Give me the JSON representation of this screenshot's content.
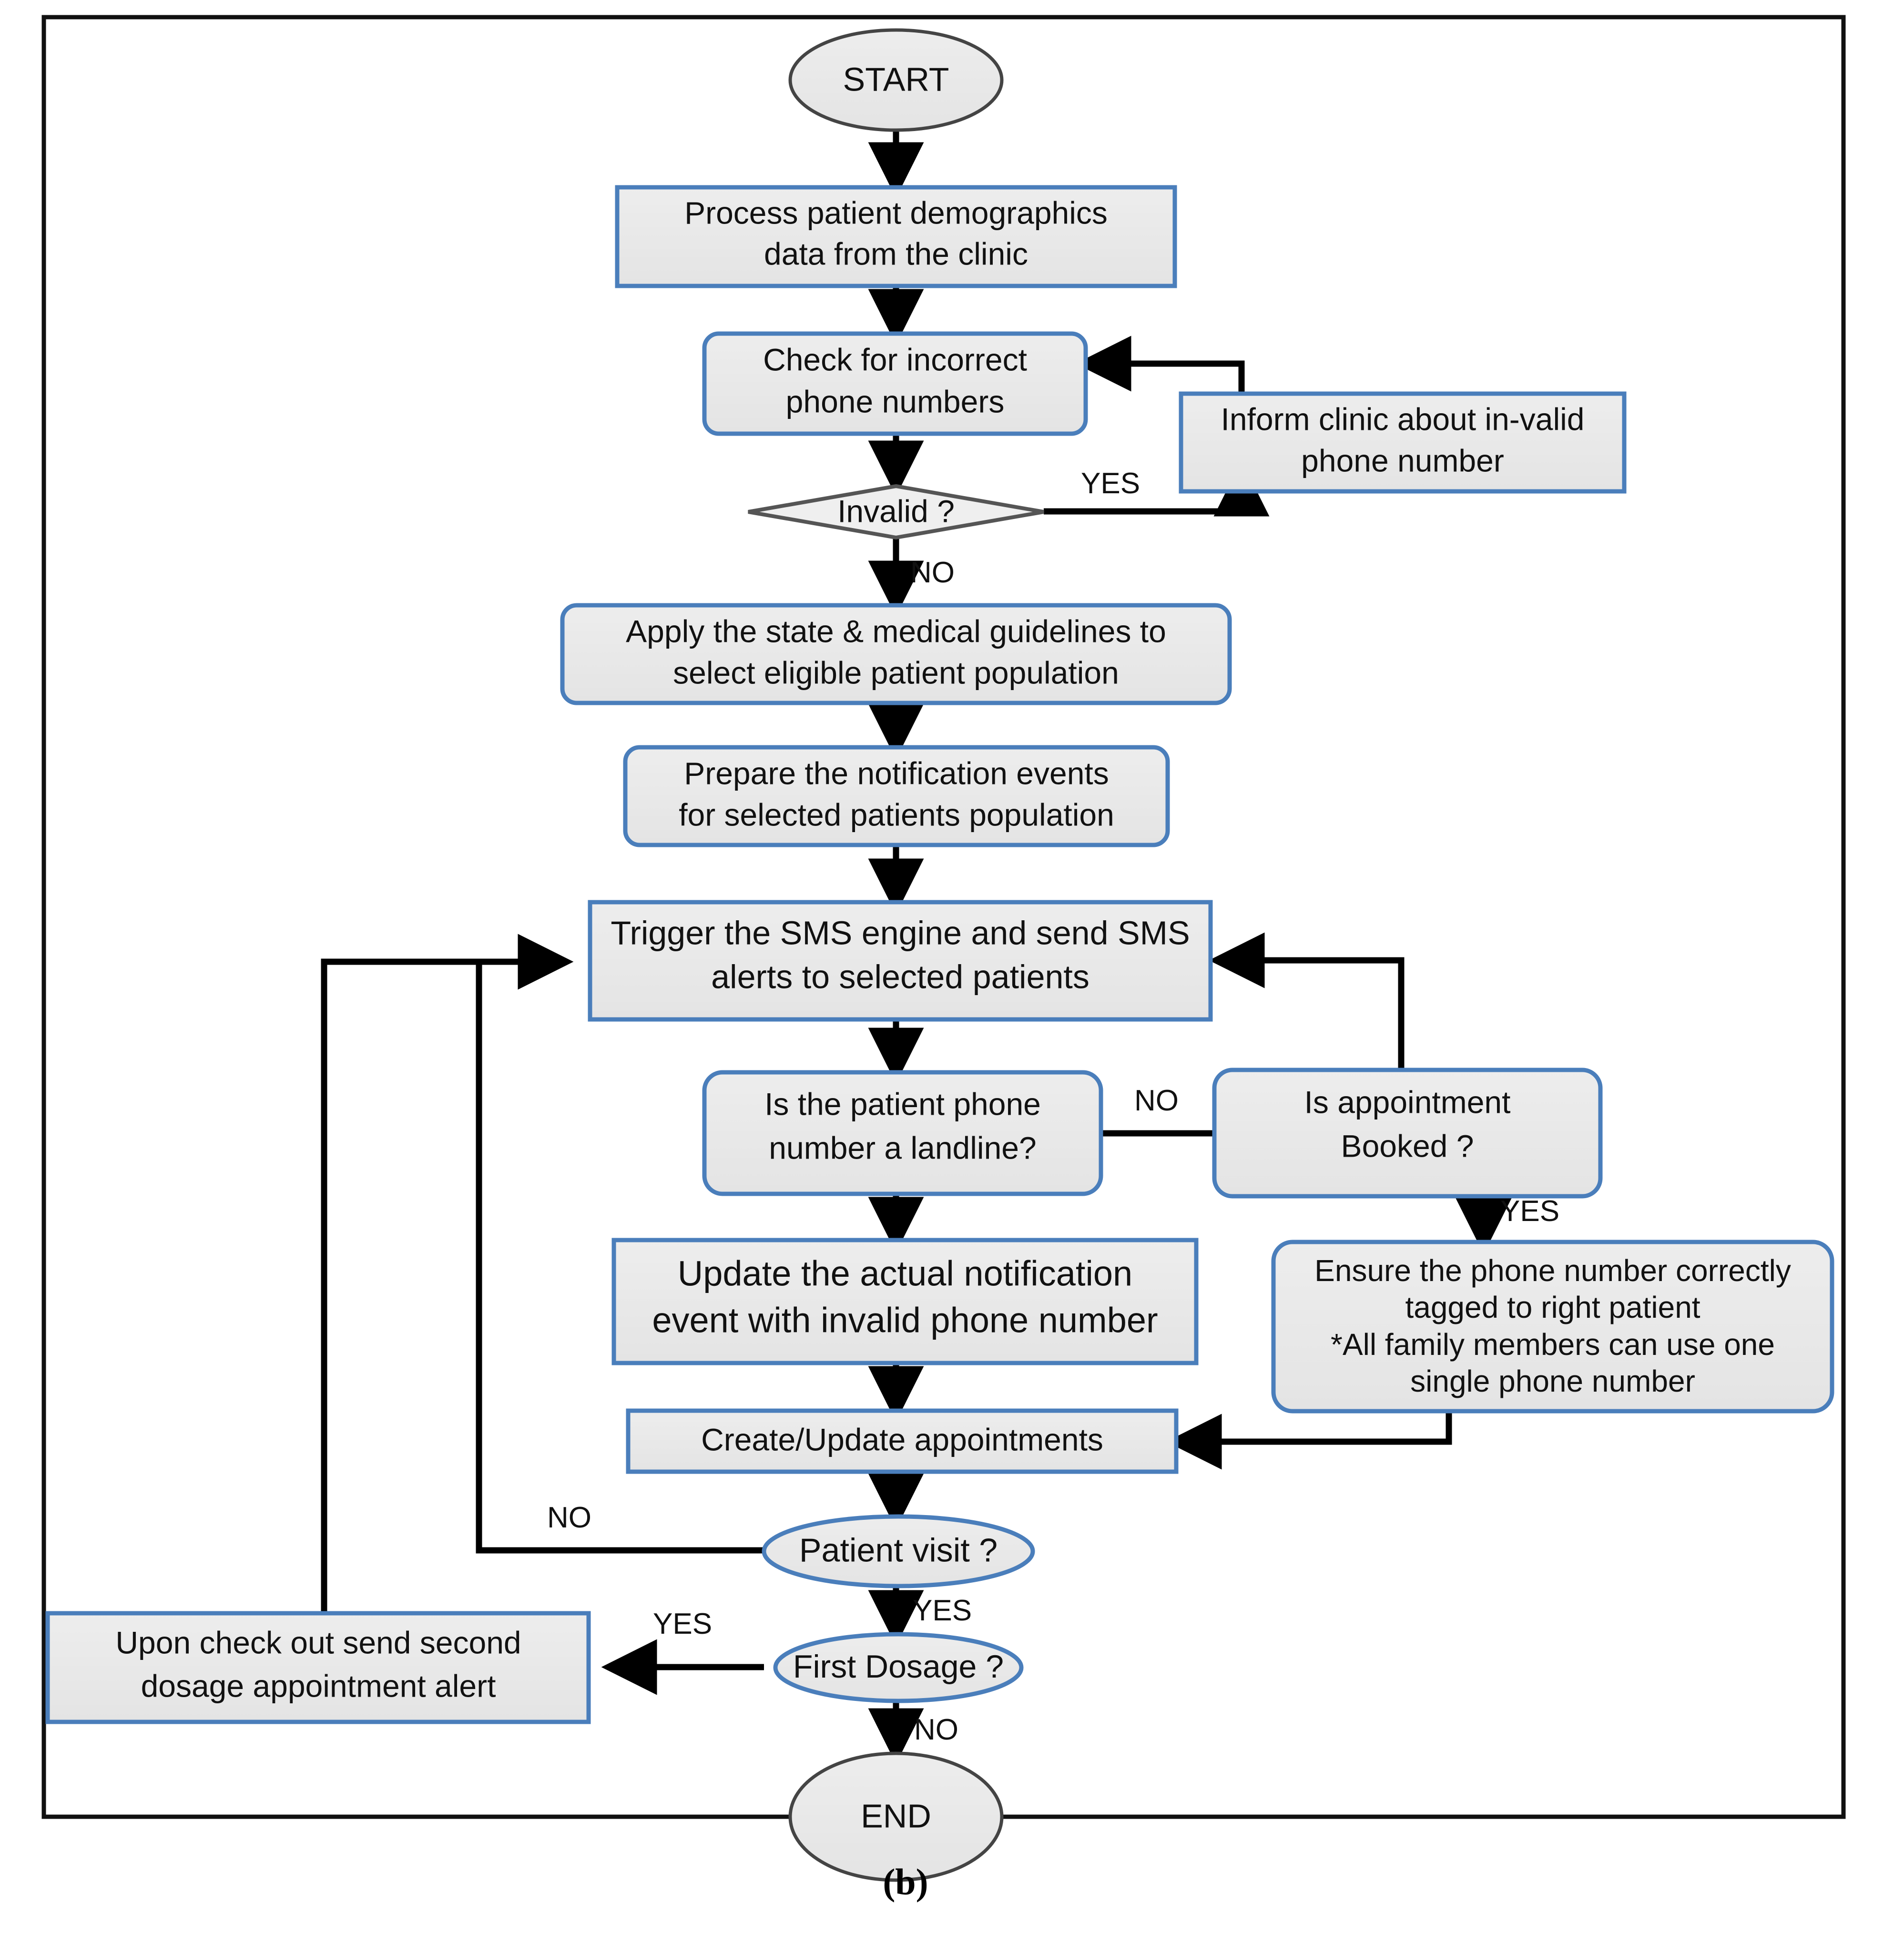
{
  "figure": {
    "caption": "(b)",
    "frame_color": "#111111",
    "node_fill": "#e9e9e9",
    "node_border_blue": "#4a7ebb",
    "node_border_gray": "#555555",
    "edge_color": "#000000"
  },
  "nodes": {
    "start": {
      "label": "START",
      "shape": "ellipse"
    },
    "process_demographics": {
      "line1": "Process patient demographics",
      "line2": "data from the clinic",
      "shape": "rect"
    },
    "check_phone": {
      "line1": "Check for incorrect",
      "line2": "phone numbers",
      "shape": "rounded-rect"
    },
    "invalid_decision": {
      "label": "Invalid ?",
      "shape": "diamond"
    },
    "inform_clinic": {
      "line1": "Inform clinic about in-valid",
      "line2": "phone number",
      "shape": "rect"
    },
    "apply_guidelines": {
      "line1": "Apply the state & medical guidelines to",
      "line2": "select eligible patient population",
      "shape": "rounded-rect"
    },
    "prepare_events": {
      "line1": "Prepare the notification events",
      "line2": "for selected patients population",
      "shape": "rounded-rect"
    },
    "trigger_sms": {
      "line1": "Trigger the SMS engine and send SMS",
      "line2": "alerts to selected patients",
      "shape": "rect"
    },
    "landline_decision": {
      "line1": "Is the patient phone",
      "line2": "number a landline?",
      "shape": "rounded-rect"
    },
    "appointment_booked": {
      "line1": "Is appointment",
      "line2": "Booked ?",
      "shape": "rounded-rect"
    },
    "update_notification": {
      "line1": "Update the actual notification",
      "line2": "event with invalid phone number",
      "shape": "rect"
    },
    "ensure_tagged": {
      "line1": "Ensure the phone number correctly",
      "line2": "tagged to right patient",
      "line3": "*All family members can use one",
      "line4": "single phone number",
      "shape": "rounded-rect"
    },
    "create_update_appointments": {
      "label": "Create/Update appointments",
      "shape": "rect"
    },
    "patient_visit": {
      "label": "Patient visit ?",
      "shape": "ellipse-blue"
    },
    "second_dosage_alert": {
      "line1": "Upon check out send second",
      "line2": "dosage appointment alert",
      "shape": "rect"
    },
    "first_dosage": {
      "label": "First Dosage ?",
      "shape": "ellipse-blue"
    },
    "end": {
      "label": "END",
      "shape": "ellipse"
    }
  },
  "edge_labels": {
    "invalid_yes": "YES",
    "invalid_no": "NO",
    "landline_no": "NO",
    "booked_yes": "YES",
    "patient_visit_no": "NO",
    "patient_visit_yes": "YES",
    "first_dosage_yes": "YES",
    "first_dosage_no": "NO"
  },
  "chart_data": {
    "type": "diagram",
    "title": "Patient SMS notification and appointment workflow",
    "nodes": [
      {
        "id": "start",
        "text": "START",
        "type": "terminator"
      },
      {
        "id": "process_demographics",
        "text": "Process patient demographics data from the clinic",
        "type": "process"
      },
      {
        "id": "check_phone",
        "text": "Check for incorrect phone numbers",
        "type": "process"
      },
      {
        "id": "invalid_decision",
        "text": "Invalid ?",
        "type": "decision"
      },
      {
        "id": "inform_clinic",
        "text": "Inform clinic about in-valid phone number",
        "type": "process"
      },
      {
        "id": "apply_guidelines",
        "text": "Apply the state & medical guidelines to select eligible patient population",
        "type": "process"
      },
      {
        "id": "prepare_events",
        "text": "Prepare the notification events for selected patients population",
        "type": "process"
      },
      {
        "id": "trigger_sms",
        "text": "Trigger the SMS engine and send SMS alerts to selected patients",
        "type": "process"
      },
      {
        "id": "landline_decision",
        "text": "Is the patient phone number a landline?",
        "type": "decision"
      },
      {
        "id": "appointment_booked",
        "text": "Is appointment Booked ?",
        "type": "decision"
      },
      {
        "id": "update_notification",
        "text": "Update the actual notification event with invalid phone number",
        "type": "process"
      },
      {
        "id": "ensure_tagged",
        "text": "Ensure the phone number correctly tagged to right patient *All family members can use one single phone number",
        "type": "process"
      },
      {
        "id": "create_update_appointments",
        "text": "Create/Update appointments",
        "type": "process"
      },
      {
        "id": "patient_visit",
        "text": "Patient visit ?",
        "type": "decision"
      },
      {
        "id": "second_dosage_alert",
        "text": "Upon check out send second dosage appointment alert",
        "type": "process"
      },
      {
        "id": "first_dosage",
        "text": "First Dosage ?",
        "type": "decision"
      },
      {
        "id": "end",
        "text": "END",
        "type": "terminator"
      }
    ],
    "edges": [
      {
        "from": "start",
        "to": "process_demographics",
        "label": ""
      },
      {
        "from": "process_demographics",
        "to": "check_phone",
        "label": ""
      },
      {
        "from": "check_phone",
        "to": "invalid_decision",
        "label": ""
      },
      {
        "from": "invalid_decision",
        "to": "inform_clinic",
        "label": "YES"
      },
      {
        "from": "inform_clinic",
        "to": "check_phone",
        "label": ""
      },
      {
        "from": "invalid_decision",
        "to": "apply_guidelines",
        "label": "NO"
      },
      {
        "from": "apply_guidelines",
        "to": "prepare_events",
        "label": ""
      },
      {
        "from": "prepare_events",
        "to": "trigger_sms",
        "label": ""
      },
      {
        "from": "trigger_sms",
        "to": "landline_decision",
        "label": ""
      },
      {
        "from": "landline_decision",
        "to": "appointment_booked",
        "label": "NO"
      },
      {
        "from": "appointment_booked",
        "to": "trigger_sms",
        "label": ""
      },
      {
        "from": "landline_decision",
        "to": "update_notification",
        "label": ""
      },
      {
        "from": "appointment_booked",
        "to": "ensure_tagged",
        "label": "YES"
      },
      {
        "from": "update_notification",
        "to": "create_update_appointments",
        "label": ""
      },
      {
        "from": "ensure_tagged",
        "to": "create_update_appointments",
        "label": ""
      },
      {
        "from": "create_update_appointments",
        "to": "patient_visit",
        "label": ""
      },
      {
        "from": "patient_visit",
        "to": "trigger_sms",
        "label": "NO"
      },
      {
        "from": "patient_visit",
        "to": "first_dosage",
        "label": "YES"
      },
      {
        "from": "first_dosage",
        "to": "second_dosage_alert",
        "label": "YES"
      },
      {
        "from": "second_dosage_alert",
        "to": "trigger_sms",
        "label": ""
      },
      {
        "from": "first_dosage",
        "to": "end",
        "label": "NO"
      }
    ]
  }
}
